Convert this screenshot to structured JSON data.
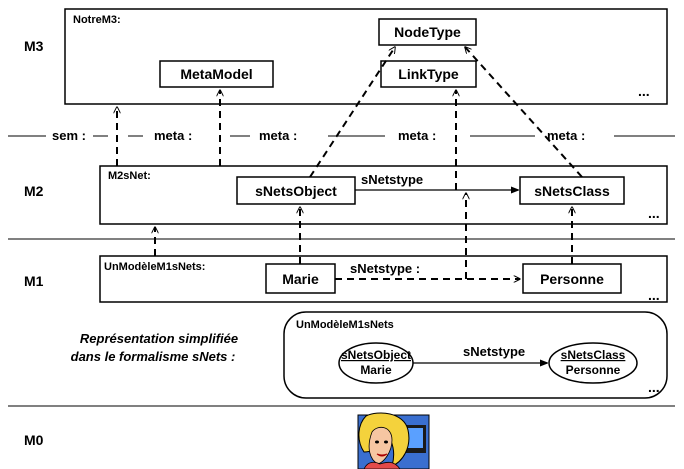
{
  "levels": {
    "m3": "M3",
    "m2": "M2",
    "m1": "M1",
    "m0": "M0"
  },
  "m3": {
    "caption": "NotreM3:",
    "nodes": [
      "NodeType",
      "MetaModel",
      "LinkType"
    ],
    "ellipsis": "..."
  },
  "m2": {
    "caption": "M2sNet:",
    "nodes": [
      "sNetsObject",
      "sNetsClass"
    ],
    "relation": "sNetstype",
    "ellipsis": "..."
  },
  "m1": {
    "caption": "UnModèleM1sNets:",
    "nodes": [
      "Marie",
      "Personne"
    ],
    "relation": "sNetstype :",
    "ellipsis": "..."
  },
  "separator_labels": [
    "sem :",
    "meta :",
    "meta :",
    "meta :",
    "meta :"
  ],
  "simplified": {
    "note_line1": "Représentation simplifiée",
    "note_line2": "dans le formalisme sNets :",
    "caption": "UnModèleM1sNets",
    "left": {
      "type": "sNetsObject",
      "name": "Marie"
    },
    "right": {
      "type": "sNetsClass",
      "name": "Personne"
    },
    "relation": "sNetstype",
    "ellipsis": "..."
  },
  "m0_image": "woman-at-computer-clipart"
}
